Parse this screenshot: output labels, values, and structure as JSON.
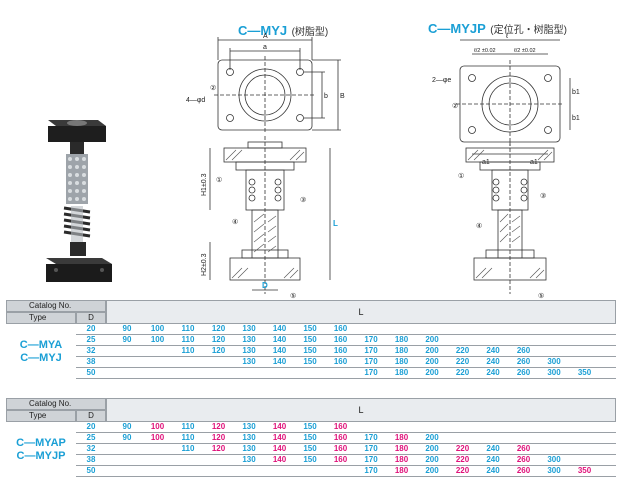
{
  "drawings": {
    "title_myj": "C—MYJ",
    "title_myj_note": "(树脂型)",
    "title_myjp": "C—MYJP",
    "title_myjp_note": "(定位孔・树脂型)",
    "labels": {
      "A": "A",
      "a": "a",
      "b": "b",
      "B": "B",
      "phi_d": "4—φd",
      "c2": "②",
      "c1": "①",
      "c3": "③",
      "c4": "④",
      "c5": "⑤",
      "L": "L",
      "D": "D",
      "H1": "H1±0.3",
      "H2": "H2±0.3",
      "ell": "ℓ",
      "ell2": "ℓ",
      "half_ell_left": "ℓ/2 ±0.02",
      "half_ell_right": "ℓ/2 ±0.02",
      "two_phi_e": "2—φe",
      "a1_left": "a1",
      "a1_right": "a1",
      "b1_top": "b1",
      "b1_bottom": "b1"
    }
  },
  "table_a": {
    "header": {
      "catalog": "Catalog  No.",
      "type": "Type",
      "d": "D",
      "L": "L"
    },
    "types": [
      "C—MYA",
      "C—MYJ"
    ],
    "rows": [
      {
        "D": "20",
        "cols": [
          "90",
          "100",
          "110",
          "120",
          "130",
          "140",
          "150",
          "160",
          "",
          "",
          "",
          "",
          "",
          "",
          "",
          ""
        ]
      },
      {
        "D": "25",
        "cols": [
          "90",
          "100",
          "110",
          "120",
          "130",
          "140",
          "150",
          "160",
          "170",
          "180",
          "200",
          "",
          "",
          "",
          "",
          ""
        ]
      },
      {
        "D": "32",
        "cols": [
          "",
          "",
          "110",
          "120",
          "130",
          "140",
          "150",
          "160",
          "170",
          "180",
          "200",
          "220",
          "240",
          "260",
          "",
          ""
        ]
      },
      {
        "D": "38",
        "cols": [
          "",
          "",
          "",
          "",
          "130",
          "140",
          "150",
          "160",
          "170",
          "180",
          "200",
          "220",
          "240",
          "260",
          "300",
          ""
        ]
      },
      {
        "D": "50",
        "cols": [
          "",
          "",
          "",
          "",
          "",
          "",
          "",
          "",
          "170",
          "180",
          "200",
          "220",
          "240",
          "260",
          "300",
          "350"
        ]
      }
    ]
  },
  "table_b": {
    "header": {
      "catalog": "Catalog  No.",
      "type": "Type",
      "d": "D",
      "L": "L"
    },
    "types": [
      "C—MYAP",
      "C—MYJP"
    ],
    "rows": [
      {
        "D": "20",
        "cols": [
          "90",
          "100",
          "110",
          "120",
          "130",
          "140",
          "150",
          "160",
          "",
          "",
          "",
          "",
          "",
          "",
          "",
          ""
        ]
      },
      {
        "D": "25",
        "cols": [
          "90",
          "100",
          "110",
          "120",
          "130",
          "140",
          "150",
          "160",
          "170",
          "180",
          "200",
          "",
          "",
          "",
          "",
          ""
        ]
      },
      {
        "D": "32",
        "cols": [
          "",
          "",
          "110",
          "120",
          "130",
          "140",
          "150",
          "160",
          "170",
          "180",
          "200",
          "220",
          "240",
          "260",
          "",
          ""
        ]
      },
      {
        "D": "38",
        "cols": [
          "",
          "",
          "",
          "",
          "130",
          "140",
          "150",
          "160",
          "170",
          "180",
          "200",
          "220",
          "240",
          "260",
          "300",
          ""
        ]
      },
      {
        "D": "50",
        "cols": [
          "",
          "",
          "",
          "",
          "",
          "",
          "",
          "",
          "170",
          "180",
          "200",
          "220",
          "240",
          "260",
          "300",
          "350"
        ]
      }
    ],
    "magenta_cols_note": "alternating magenta"
  },
  "colors": {
    "accent": "#1a9fd5",
    "magenta": "#e0127a",
    "header_bg": "#cfd3d7"
  }
}
